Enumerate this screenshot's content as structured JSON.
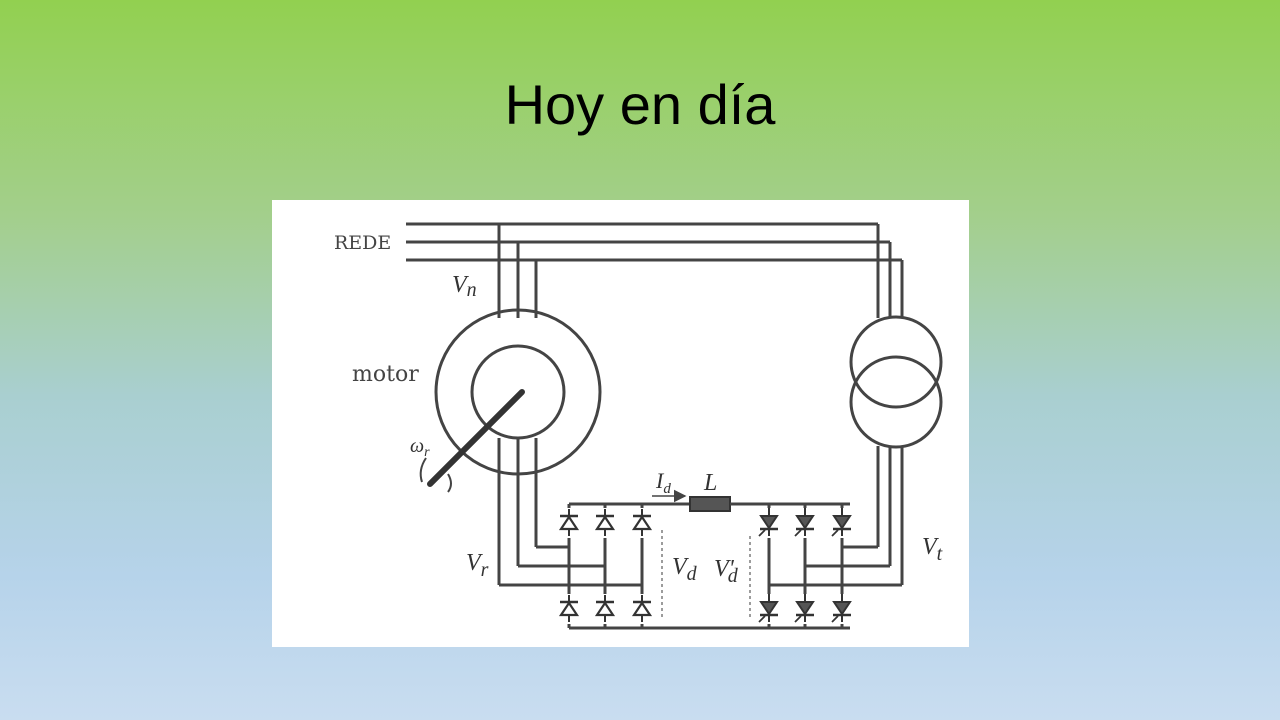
{
  "slide": {
    "title": "Hoy en día"
  },
  "diagram": {
    "labels": {
      "grid": "REDE",
      "vn_main": "V",
      "vn_sub": "n",
      "motor": "motor",
      "omega_main": "ω",
      "omega_sub": "r",
      "id_main": "I",
      "id_sub": "d",
      "inductor": "L",
      "vd_main": "V",
      "vd_sub": "d",
      "vdp_main": "V'",
      "vdp_sub": "d",
      "vr_main": "V",
      "vr_sub": "r",
      "vt_main": "V",
      "vt_sub": "t"
    }
  }
}
